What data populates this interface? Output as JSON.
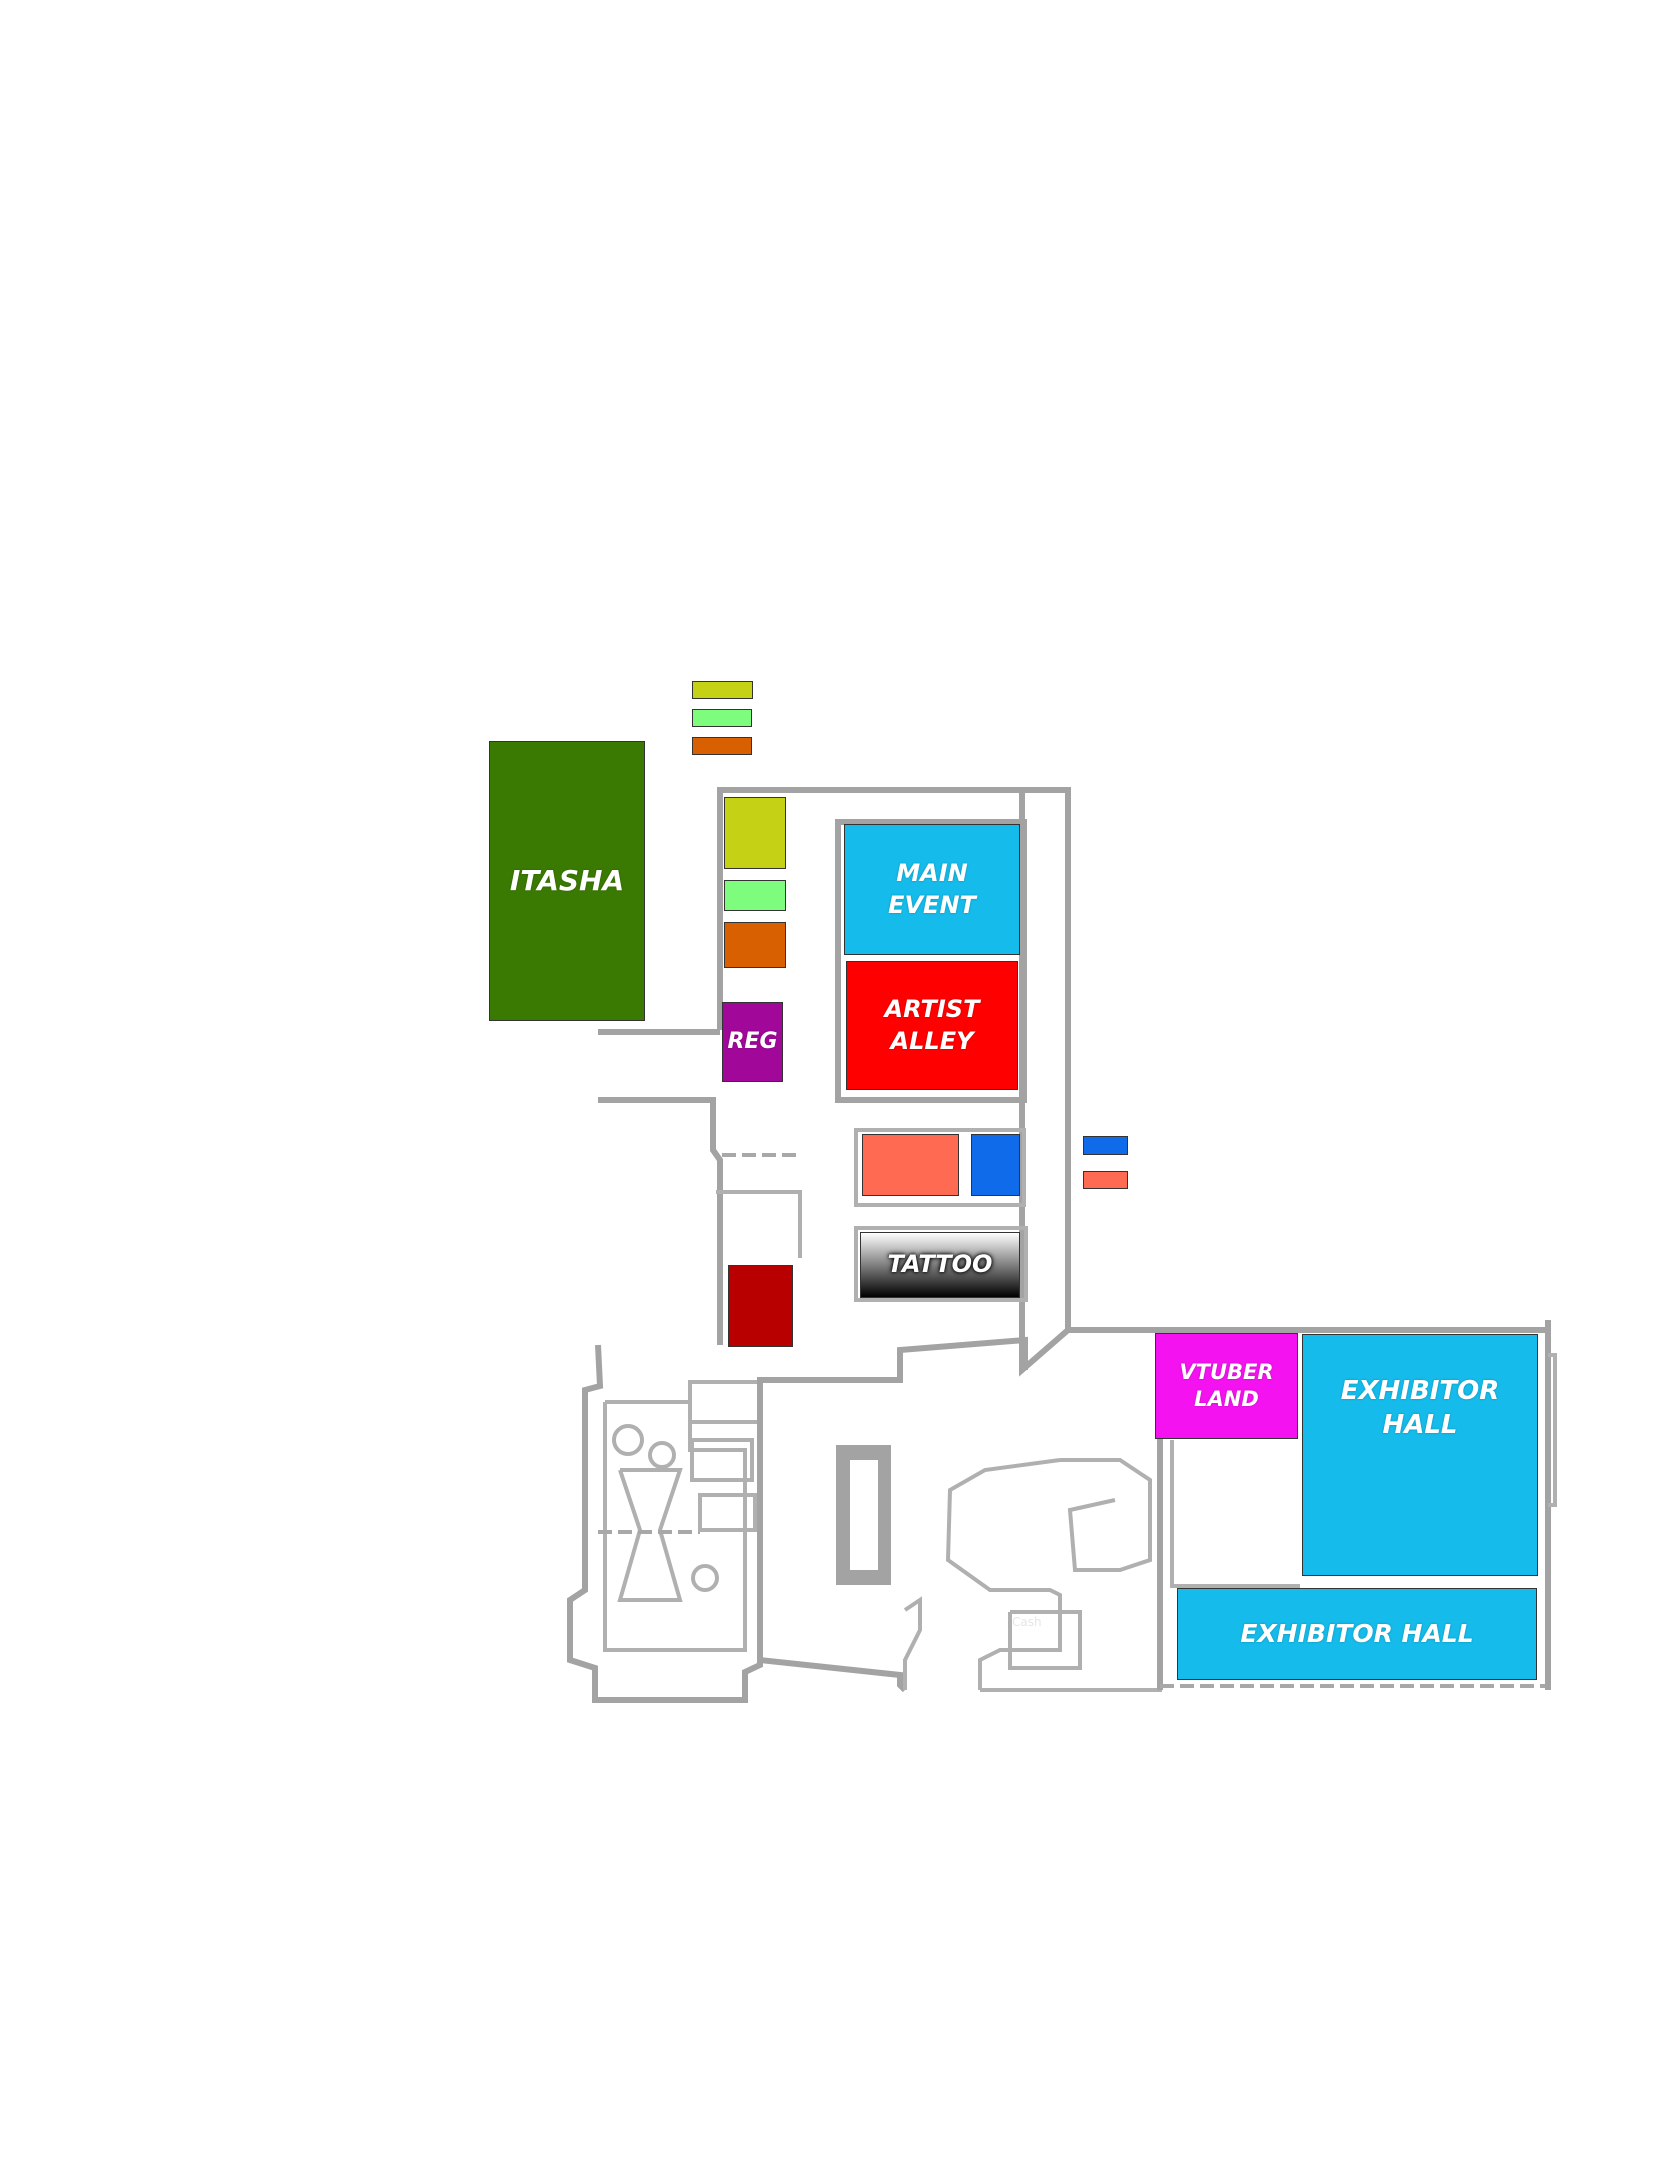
{
  "colors": {
    "itasha": "#3a7a02",
    "olive": "#c4d114",
    "lime": "#7dfc7d",
    "orange": "#d96000",
    "reg": "#a1089a",
    "main_event": "#15bbea",
    "artist_alley": "#ff0000",
    "salmon": "#ff6a52",
    "blue": "#0f6bea",
    "dark_red": "#b80000",
    "tattoo_top": "#ffffff",
    "tattoo_bottom": "#000000",
    "vtuber": "#f413f0",
    "exhibitor": "#15bbea",
    "walls": "#a3a3a3"
  },
  "rooms": {
    "itasha": {
      "label": "ITASHA"
    },
    "olive_room": {
      "label": ""
    },
    "lime_room": {
      "label": ""
    },
    "orange_room": {
      "label": ""
    },
    "reg": {
      "label": "REG"
    },
    "main_event": {
      "label": "MAIN\nEVENT"
    },
    "artist_alley": {
      "label": "ARTIST\nALLEY"
    },
    "salmon_room": {
      "label": ""
    },
    "blue_room": {
      "label": ""
    },
    "dark_red_room": {
      "label": ""
    },
    "tattoo": {
      "label": "TATTOO"
    },
    "vtuber_land": {
      "label": "VTUBER\nLAND"
    },
    "exhibitor_hall_upper": {
      "label": "EXHIBITOR\nHALL"
    },
    "exhibitor_hall_lower": {
      "label": "EXHIBITOR HALL"
    }
  },
  "legend": {
    "top": [
      "olive",
      "lime",
      "orange"
    ],
    "right": [
      "blue",
      "salmon"
    ]
  }
}
